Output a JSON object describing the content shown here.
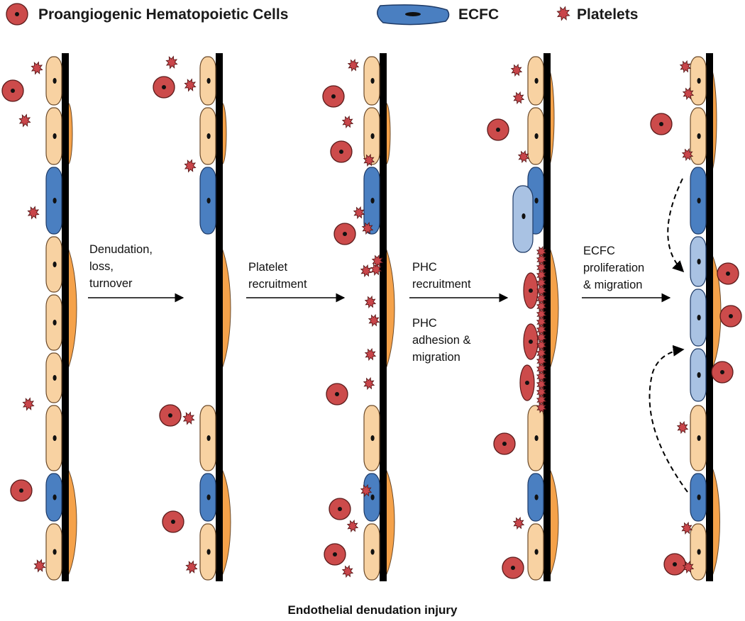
{
  "legend": {
    "phc_label": "Proangiogenic Hematopoietic Cells",
    "ecfc_label": "ECFC",
    "platelets_label": "Platelets"
  },
  "steps": [
    {
      "lines": [
        "Denudation,",
        "loss,",
        "turnover"
      ]
    },
    {
      "lines": [
        "Platelet",
        "recruitment"
      ]
    },
    {
      "lines": [
        "PHC",
        "recruitment"
      ]
    },
    {
      "lines": [
        "ECFC",
        "proliferation",
        "& migration"
      ]
    }
  ],
  "phc_adhesion": {
    "lines": [
      "PHC",
      "adhesion &",
      "migration"
    ]
  },
  "caption": "Endothelial denudation injury",
  "colors": {
    "phc_fill": "#cc4b4b",
    "phc_nucleus": "#111111",
    "ecfc_fill": "#4a7fc1",
    "ecfc_light": "#a9c2e3",
    "endothelial_fill": "#f8d2a2",
    "smooth_muscle_fill": "#f5a24a",
    "platelet_fill": "#c9454a",
    "wall": "#000000"
  }
}
